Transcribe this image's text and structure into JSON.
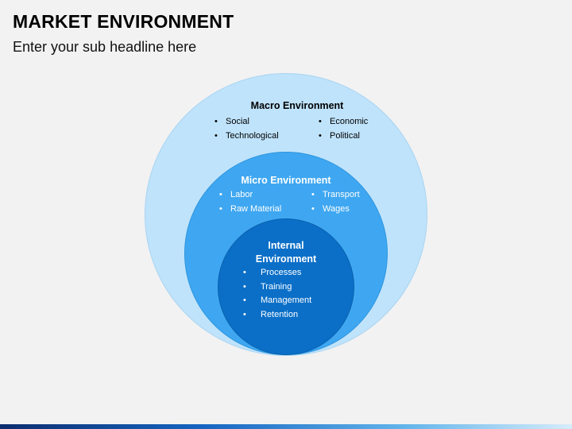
{
  "header": {
    "title": "MARKET ENVIRONMENT",
    "subtitle": "Enter your sub headline here"
  },
  "diagram": {
    "macro": {
      "heading": "Macro Environment",
      "col1": [
        "Social",
        "Technological"
      ],
      "col2": [
        "Economic",
        "Political"
      ]
    },
    "micro": {
      "heading": "Micro Environment",
      "col1": [
        "Labor",
        "Raw Material"
      ],
      "col2": [
        "Transport",
        "Wages"
      ]
    },
    "internal": {
      "heading_line1": "Internal",
      "heading_line2": "Environment",
      "items": [
        "Processes",
        "Training",
        "Management",
        "Retention"
      ]
    }
  },
  "colors": {
    "outer_circle": "#bfe3fb",
    "middle_circle": "#3fa7f1",
    "inner_circle": "#0b6fc8",
    "background": "#f2f2f2"
  }
}
